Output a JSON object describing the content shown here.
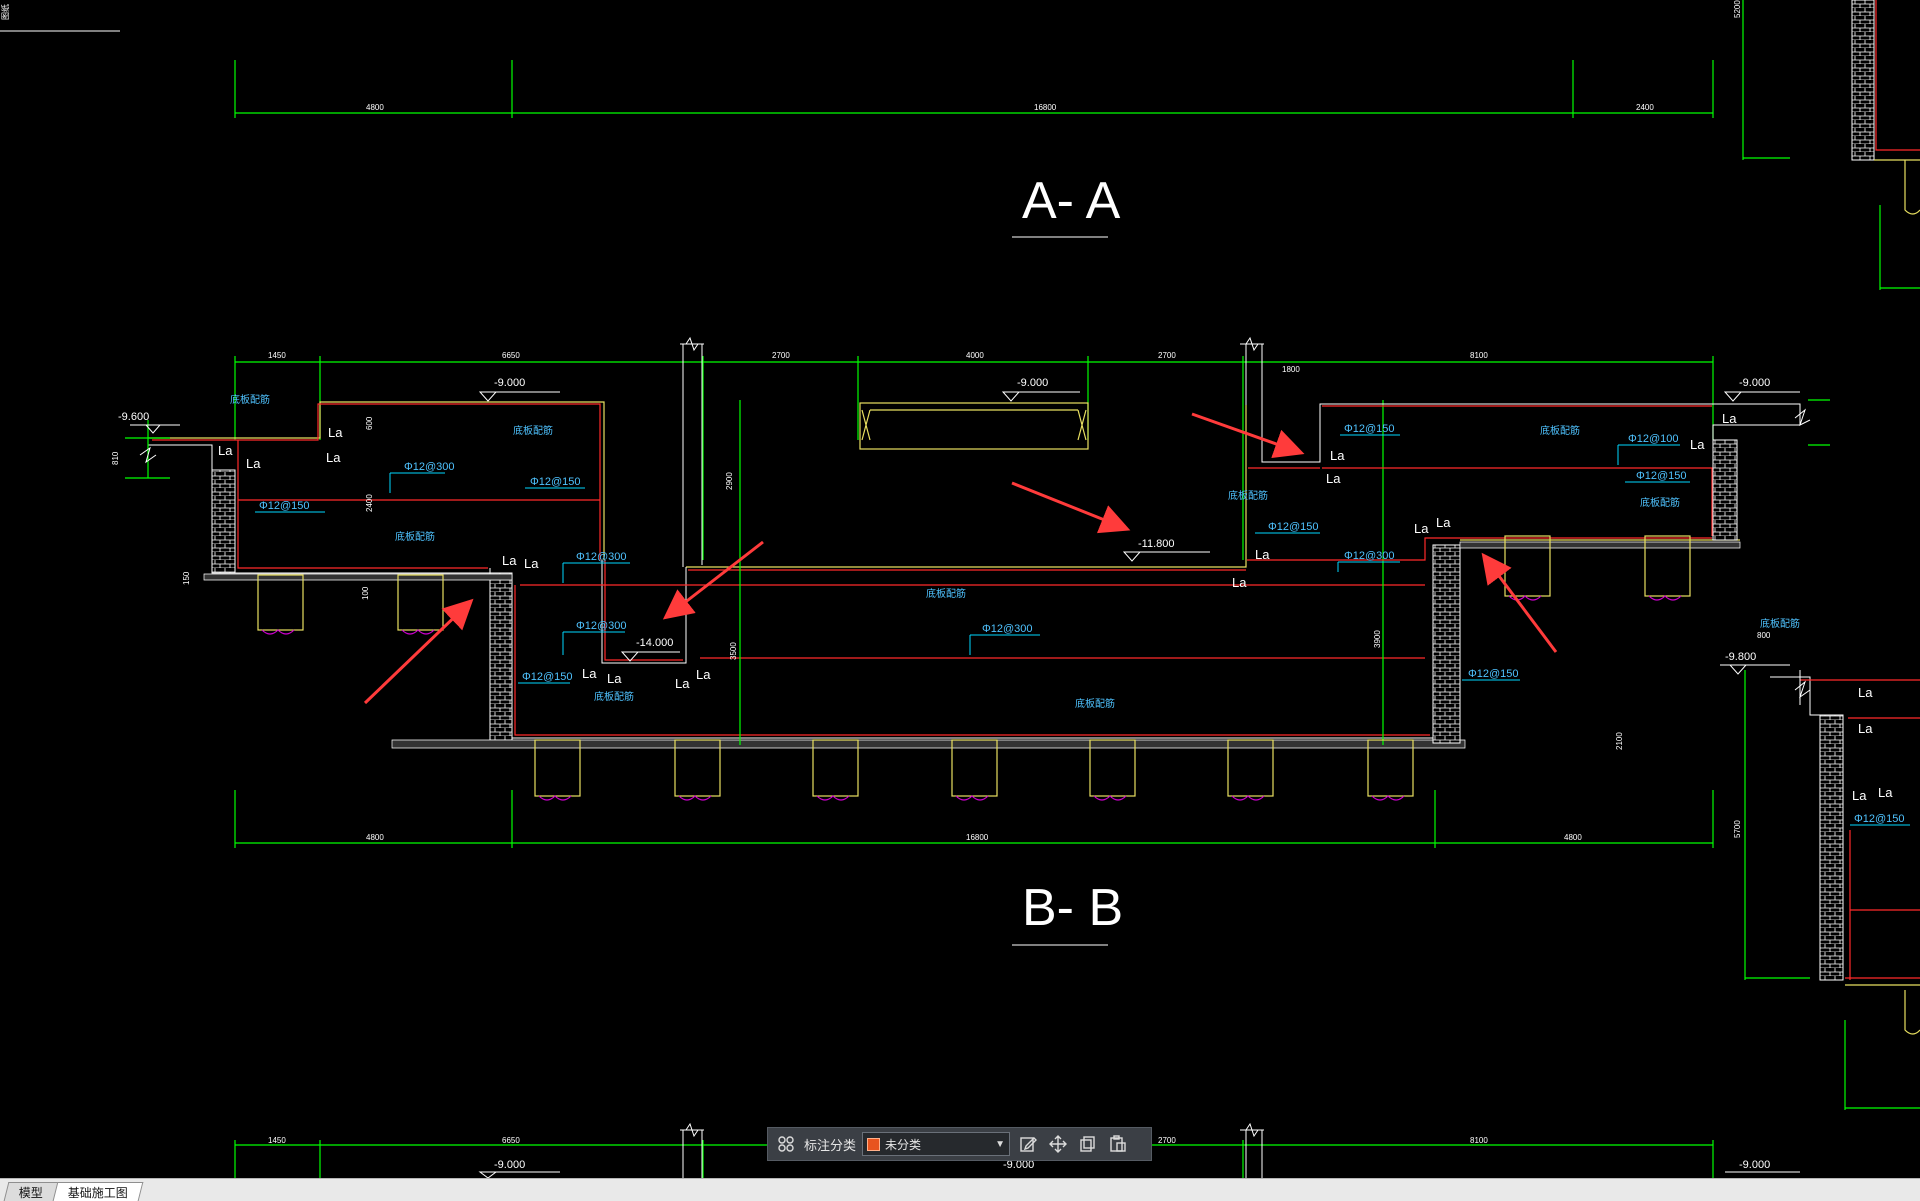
{
  "drawing": {
    "section_aa_title": "A- A",
    "section_bb_title": "B- B",
    "corner_label": "图纸",
    "top_dims": [
      "4800",
      "16800",
      "2400"
    ],
    "upper_dims": [
      "1450",
      "6650",
      "2700",
      "4000",
      "2700",
      "8100"
    ],
    "lower_dims": [
      "4800",
      "16800",
      "4800"
    ],
    "bottom_dims": [
      "1450",
      "6650",
      "2700",
      "8100"
    ],
    "elevations": {
      "left_top": "-9.600",
      "left_mid": "-9.000",
      "center_top": "-9.000",
      "right_top": "-9.000",
      "center_mid": "-11.800",
      "left_pit": "-14.000",
      "far_right": "-9.800",
      "bottom_left": "-9.000",
      "bottom_center": "-9.000",
      "bottom_right": "-9.000"
    },
    "rebar": {
      "r150": "Φ12@150",
      "r300": "Φ12@300",
      "r100": "Φ12@100"
    },
    "bottom_rebar_label": "底板配筋",
    "anchor_label": "La",
    "side_dims": [
      "2900",
      "3500",
      "3900",
      "100",
      "150",
      "1800",
      "800",
      "5700",
      "2100",
      "5200",
      "2400",
      "600",
      "810"
    ]
  },
  "toolbar": {
    "grid_icon": "grid-icon",
    "category_label": "标注分类",
    "category_value": "未分类",
    "category_color": "#e8541e",
    "actions": [
      "edit-icon",
      "move-icon",
      "copy-icon",
      "paste-icon"
    ]
  },
  "tabs": {
    "model": "模型",
    "layout": "基础施工图"
  },
  "colors": {
    "background": "#000000",
    "dimension": "#00ff00",
    "rebar": "#ff2a2a",
    "outline": "#ffffff",
    "pile": "#e8e060",
    "pile_tip": "#d000d0",
    "annotation": "#4fc3ff",
    "arrow": "#ff3b3b"
  }
}
